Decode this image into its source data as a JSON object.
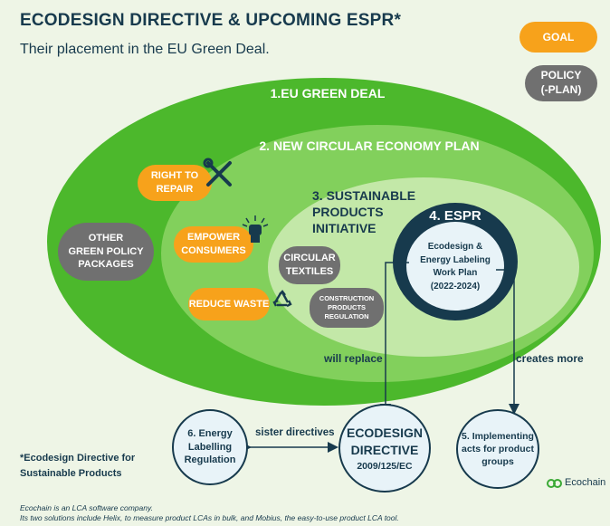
{
  "header": {
    "title": "ECODESIGN DIRECTIVE & UPCOMING ESPR*",
    "subtitle": "Their placement in the EU Green Deal."
  },
  "legend": {
    "goal": "GOAL",
    "policy": "POLICY\n(-PLAN)"
  },
  "levels": {
    "green_deal": "1.EU GREEN DEAL",
    "circular_plan": "2. NEW CIRCULAR ECONOMY PLAN",
    "sustainable_products": "3. SUSTAINABLE\nPRODUCTS\nINITIATIVE",
    "espr_title": "4. ESPR",
    "espr_body": "Ecodesign &\nEnergy Labeling\nWork Plan\n(2022-2024)"
  },
  "goals": {
    "right_to_repair": "RIGHT TO\nREPAIR",
    "empower_consumers": "EMPOWER\nCONSUMERS",
    "reduce_waste": "REDUCE WASTE"
  },
  "policies": {
    "other_green": "OTHER\nGREEN POLICY\nPACKAGES",
    "circular_textiles": "CIRCULAR\nTEXTILES",
    "construction": "CONSTRUCTION\nPRODUCTS\nREGULATION"
  },
  "relations": {
    "will_replace": "will replace",
    "creates_more": "creates more",
    "sister": "sister directives"
  },
  "bottom": {
    "energy_labelling": "6. Energy\nLabelling\nRegulation",
    "ecodesign_title": "ECODESIGN\nDIRECTIVE",
    "ecodesign_code": "2009/125/EC",
    "implementing": "5. Implementing\nacts for product\ngroups"
  },
  "footnote": "*Ecodesign Directive for\nSustainable Products",
  "brand": "Ecochain",
  "footer": {
    "line1": "Ecochain is an LCA software company.",
    "line2": "Its two solutions include Helix, to measure product LCAs in bulk, and Mobius, the easy-to-use product LCA tool."
  },
  "colors": {
    "background": "#eef5e6",
    "green_deal": "#4cb82c",
    "circular_plan": "#82d05c",
    "sustainable_products": "#c3e8a8",
    "espr": "#173a4d",
    "goal": "#f7a21b",
    "policy": "#707070"
  },
  "icons": [
    "tools-icon",
    "fist-icon",
    "recycle-icon",
    "ecochain-logo-icon"
  ]
}
